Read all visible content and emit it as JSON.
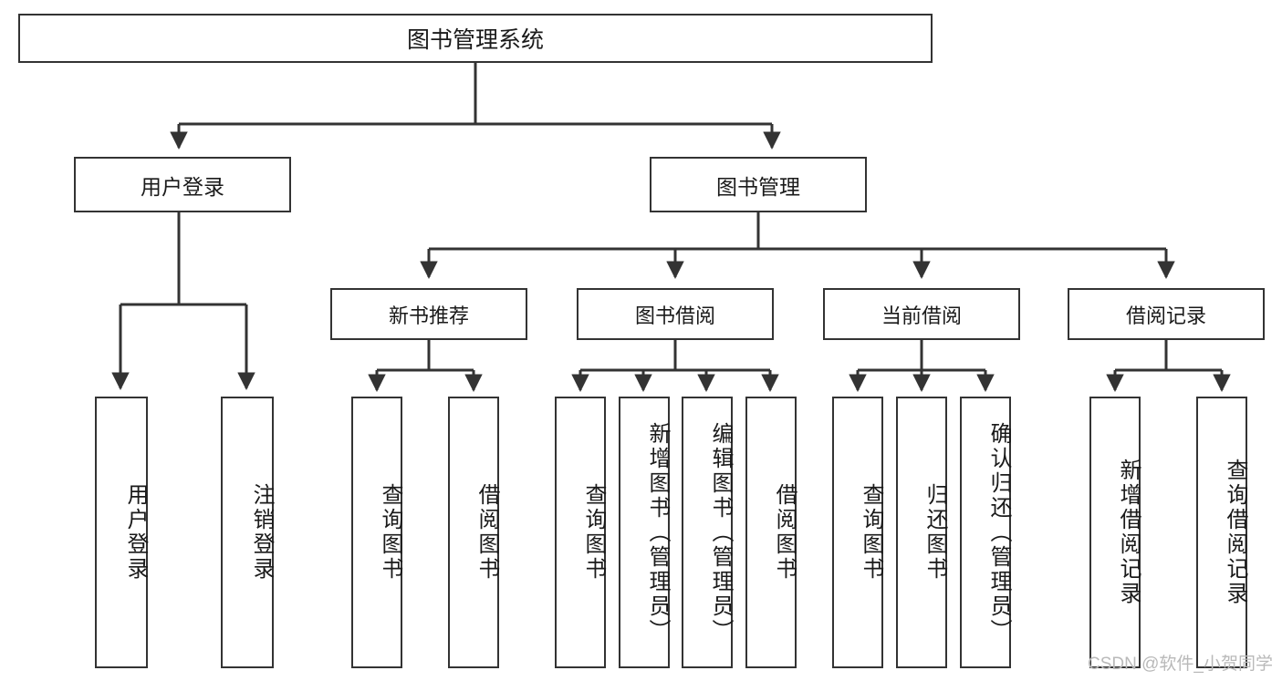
{
  "diagram": {
    "title": "图书管理系统",
    "type": "hierarchy-tree",
    "nodes": {
      "root": {
        "label": "图书管理系统",
        "level": 0
      },
      "n_user_login": {
        "label": "用户登录",
        "level": 1
      },
      "n_book_mgmt": {
        "label": "图书管理",
        "level": 1
      },
      "n_new_book_rec": {
        "label": "新书推荐",
        "level": 2
      },
      "n_book_borrow": {
        "label": "图书借阅",
        "level": 2
      },
      "n_current_borrow": {
        "label": "当前借阅",
        "level": 2
      },
      "n_borrow_record": {
        "label": "借阅记录",
        "level": 2
      },
      "l_user_login": {
        "label": "用户登录",
        "level": 3
      },
      "l_user_logout": {
        "label": "注销登录",
        "level": 3
      },
      "l_query_book_1": {
        "label": "查询图书",
        "level": 3
      },
      "l_borrow_book_1": {
        "label": "借阅图书",
        "level": 3
      },
      "l_query_book_2": {
        "label": "查询图书",
        "level": 3
      },
      "l_add_book": {
        "label": "新增图书（管理员）",
        "level": 3
      },
      "l_edit_book": {
        "label": "编辑图书（管理员）",
        "level": 3
      },
      "l_borrow_book_2": {
        "label": "借阅图书",
        "level": 3
      },
      "l_query_book_3": {
        "label": "查询图书",
        "level": 3
      },
      "l_return_book": {
        "label": "归还图书",
        "level": 3
      },
      "l_confirm_return": {
        "label": "确认归还（管理员）",
        "level": 3
      },
      "l_add_record": {
        "label": "新增借阅记录",
        "level": 3
      },
      "l_query_record": {
        "label": "查询借阅记录",
        "level": 3
      }
    },
    "edges": [
      {
        "from": "root",
        "to": "n_user_login"
      },
      {
        "from": "root",
        "to": "n_book_mgmt"
      },
      {
        "from": "n_user_login",
        "to": "l_user_login"
      },
      {
        "from": "n_user_login",
        "to": "l_user_logout"
      },
      {
        "from": "n_book_mgmt",
        "to": "n_new_book_rec"
      },
      {
        "from": "n_book_mgmt",
        "to": "n_book_borrow"
      },
      {
        "from": "n_book_mgmt",
        "to": "n_current_borrow"
      },
      {
        "from": "n_book_mgmt",
        "to": "n_borrow_record"
      },
      {
        "from": "n_new_book_rec",
        "to": "l_query_book_1"
      },
      {
        "from": "n_new_book_rec",
        "to": "l_borrow_book_1"
      },
      {
        "from": "n_book_borrow",
        "to": "l_query_book_2"
      },
      {
        "from": "n_book_borrow",
        "to": "l_add_book"
      },
      {
        "from": "n_book_borrow",
        "to": "l_edit_book"
      },
      {
        "from": "n_book_borrow",
        "to": "l_borrow_book_2"
      },
      {
        "from": "n_current_borrow",
        "to": "l_query_book_3"
      },
      {
        "from": "n_current_borrow",
        "to": "l_return_book"
      },
      {
        "from": "n_current_borrow",
        "to": "l_confirm_return"
      },
      {
        "from": "n_borrow_record",
        "to": "l_add_record"
      },
      {
        "from": "n_borrow_record",
        "to": "l_query_record"
      }
    ]
  },
  "watermark": {
    "text": "CSDN @软件_小贺同学"
  },
  "colors": {
    "border": "#333333",
    "fill": "#ffffff",
    "text": "#1a1a1a",
    "edge": "#333333",
    "watermark": "#b9b9b9"
  }
}
